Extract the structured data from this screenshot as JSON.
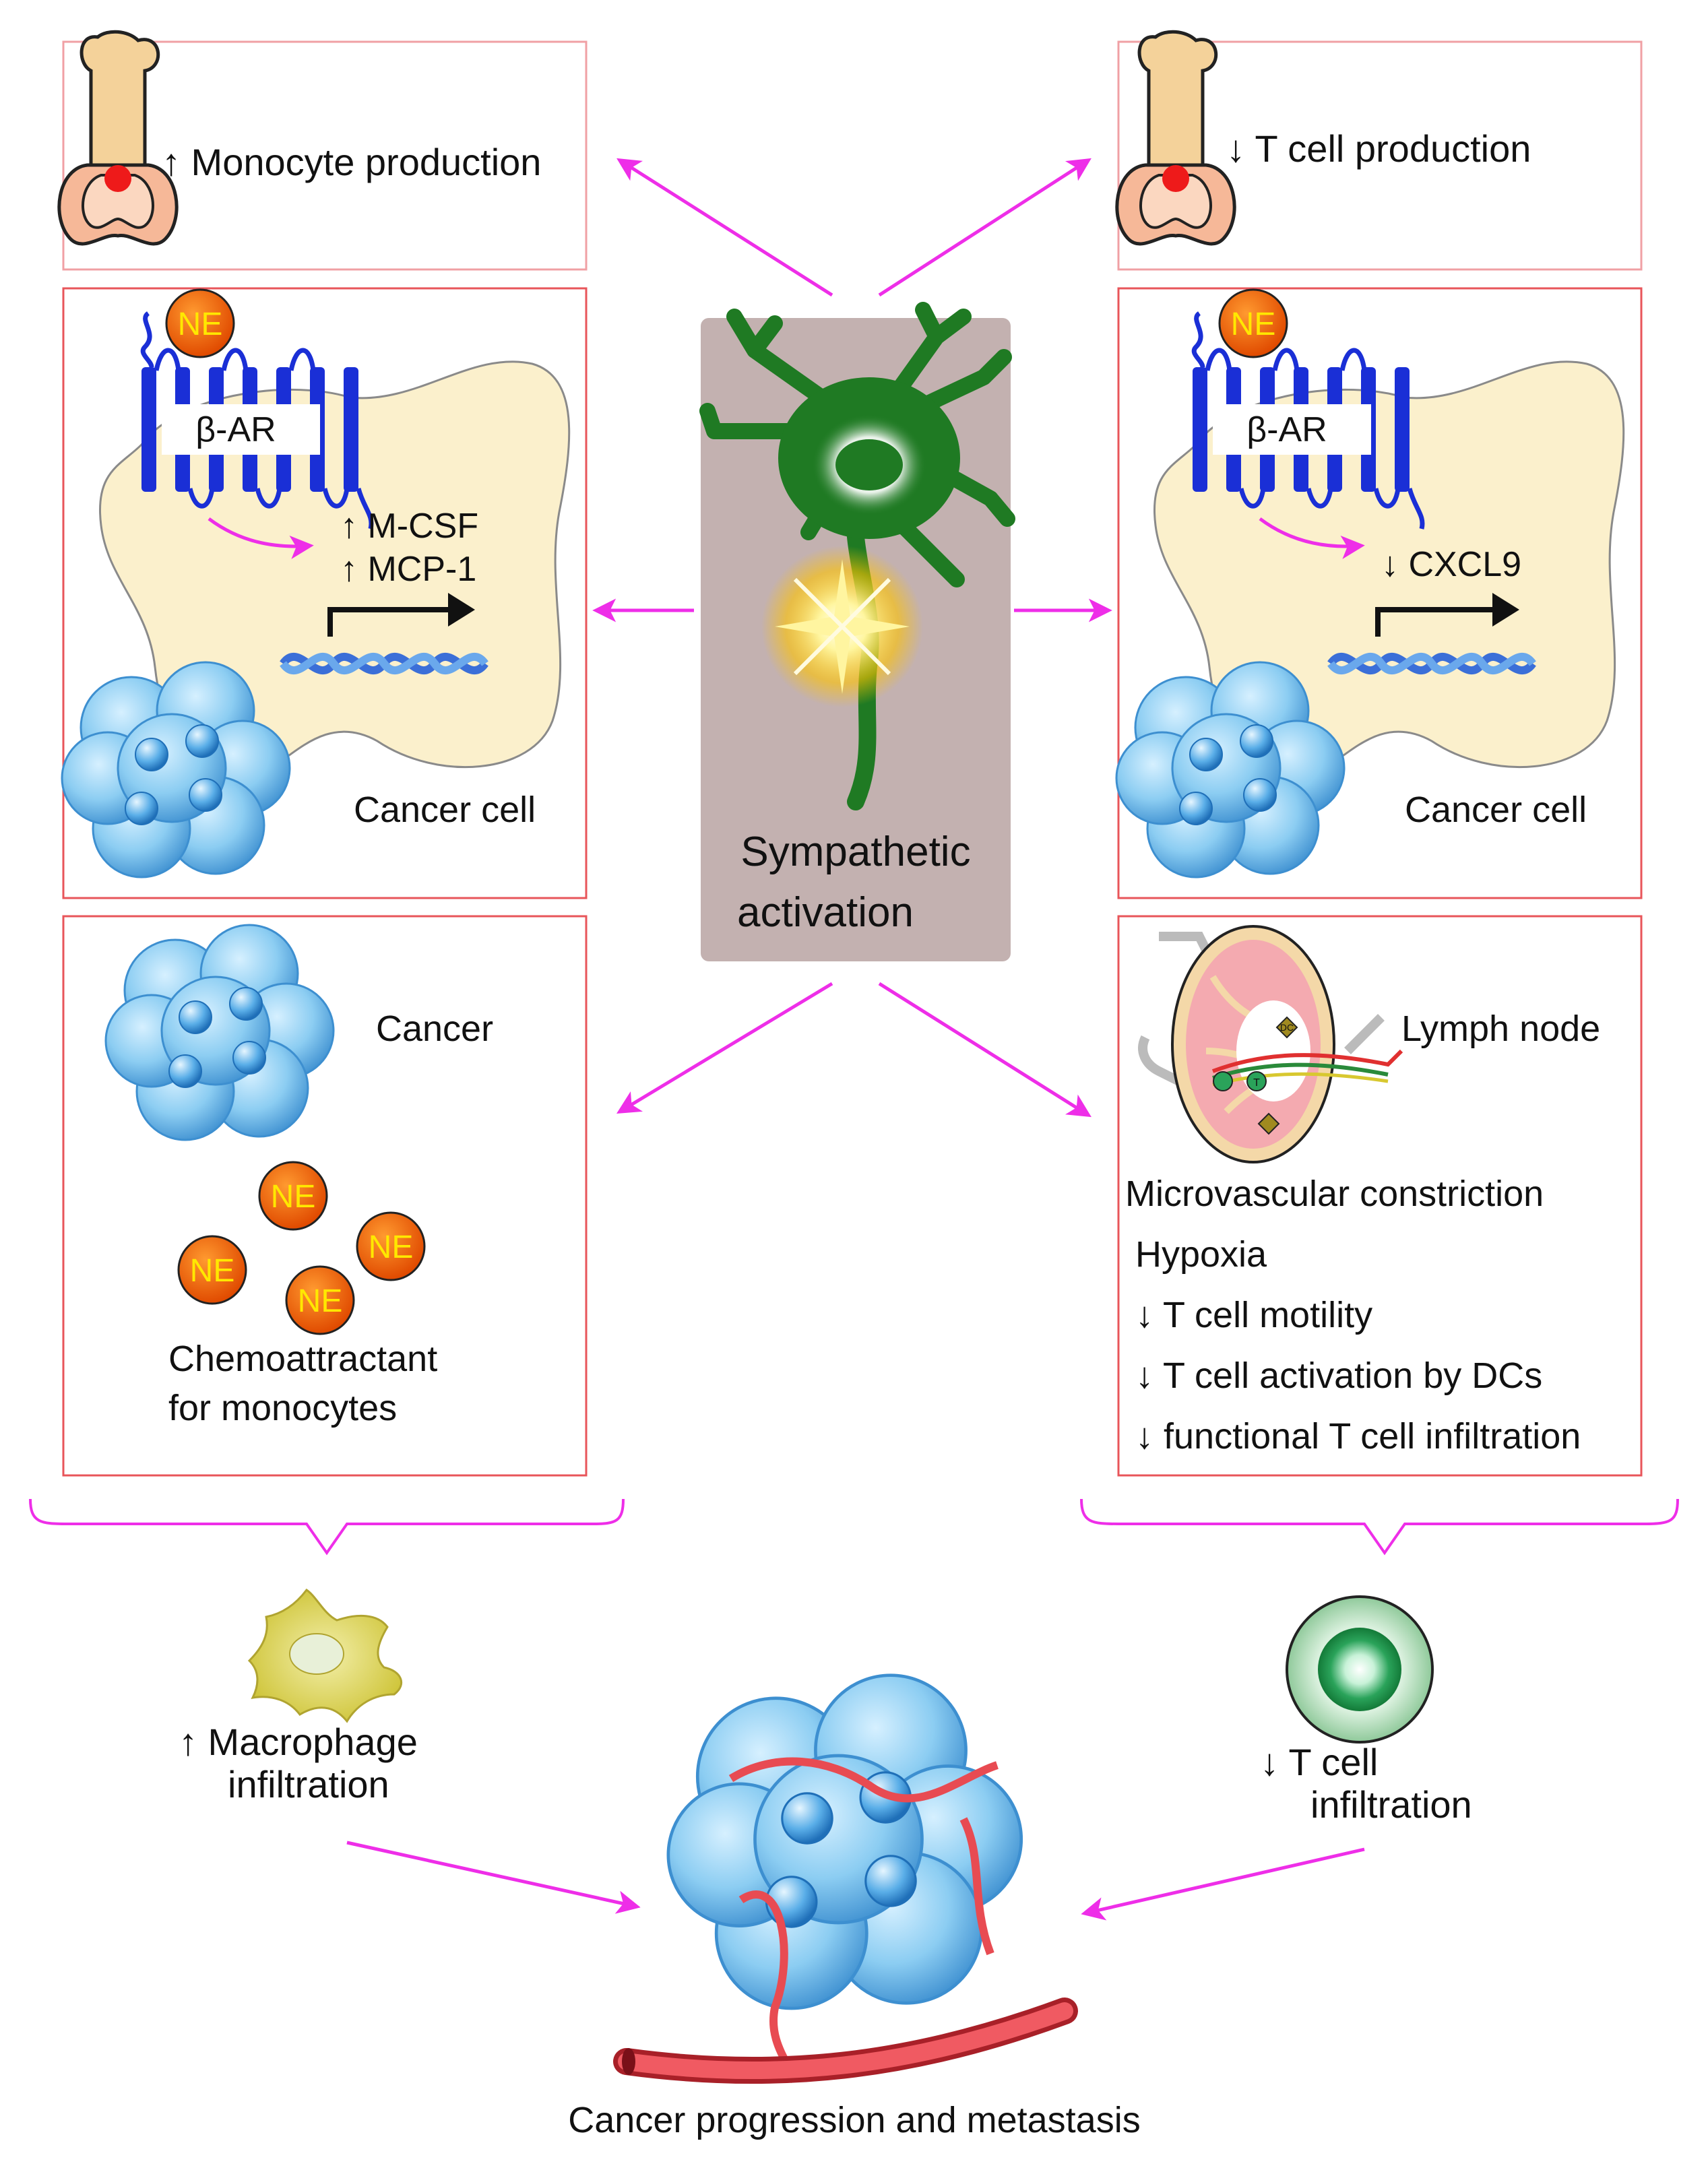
{
  "top_left_label": "↑ Monocyte production",
  "top_right_label": "↓ T cell production",
  "receptor_label": "β-AR",
  "ne_label": "NE",
  "mcsf_label": "↑ M-CSF",
  "mcp1_label": "↑ MCP-1",
  "cxcl9_label": "↓ CXCL9",
  "cancer_cell_label": "Cancer cell",
  "sympathetic_line1": "Sympathetic",
  "sympathetic_line2": "activation",
  "cancer_label": "Cancer",
  "chemo_line1": "Chemoattractant",
  "chemo_line2": "for monocytes",
  "lymph_node_label": "Lymph node",
  "dc_label": "DC",
  "t_label": "T",
  "lymph_effects": [
    "Microvascular constriction",
    "Hypoxia",
    "↓ T cell motility",
    "↓ T cell activation by DCs",
    "↓ functional T cell infiltration"
  ],
  "macrophage_line1": "↑  Macrophage",
  "macrophage_line2": "infiltration",
  "tcell_line1": "↓  T cell",
  "tcell_line2": "infiltration",
  "bottom_label": "Cancer progression and metastasis",
  "colors": {
    "arrow": "#ee2ee8",
    "box_border": "#e8555a",
    "cell_fill": "#fbf0cc",
    "receptor": "#1a2fd6",
    "ne_fill": "#f0600a",
    "ne_text": "#ffe800",
    "panel": "#c3b1b0",
    "neuron": "#1f7a23",
    "cancer": "#8ccdf2",
    "vessel": "#e84b52",
    "macrophage": "#e0d85a",
    "tcell": "#2aa35a"
  }
}
